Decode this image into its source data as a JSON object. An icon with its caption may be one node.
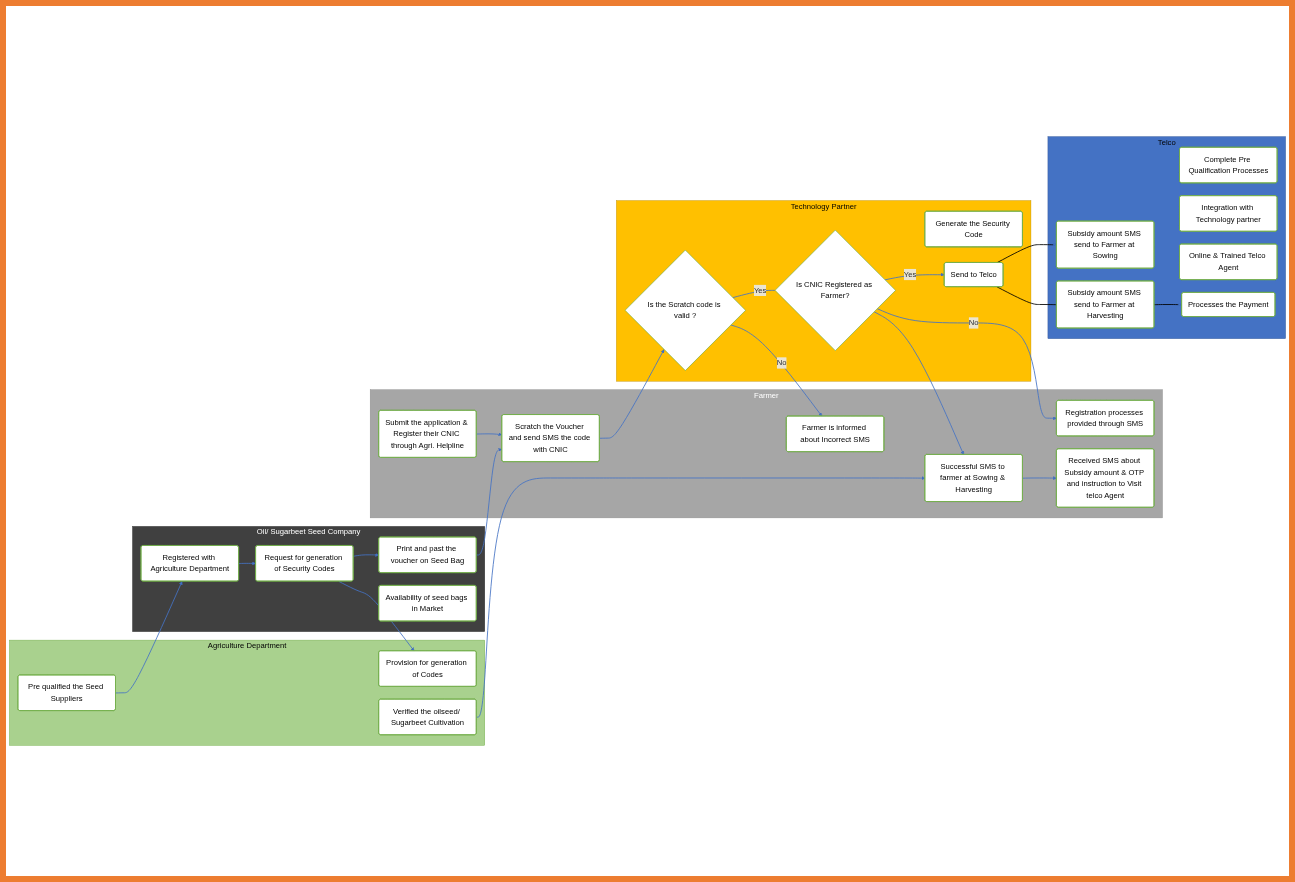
{
  "diagram": {
    "nodes": [
      {
        "text": [
          "Agriculture Department"
        ]
      },
      {
        "text": [
          "Pre qualified the Seed Suppliers"
        ],
        "in": 0
      },
      {
        "text": [
          "Provision for generation of Codes"
        ],
        "in": 0
      },
      {
        "text": [
          "Verified the oilseed/ Sugarbeet Cultivation"
        ],
        "in": 0
      },
      {
        "text": [
          "Oil/ Sugarbeet Seed Company"
        ]
      },
      {
        "text": [
          "Registered with Agriculture Department"
        ],
        "in": 4
      },
      {
        "text": [
          "Request for generation of Security Codes"
        ],
        "in": 4
      },
      {
        "text": [
          "Print and past the voucher on Seed Bag"
        ],
        "in": 4
      },
      {
        "text": [
          "Availability of seed bags in Market"
        ],
        "in": 4
      },
      {
        "text": [
          "Farmer"
        ]
      },
      {
        "text": [
          "Submit the application & Register their CNIC through Agri. Helpline"
        ],
        "in": 9
      },
      {
        "text": [
          "Scratch the Voucher and send SMS the code with CNIC"
        ],
        "in": 9
      },
      {
        "text": [
          "Farmer is informed about Incorrect SMS"
        ],
        "in": 9
      },
      {
        "text": [
          "Registration processes provided through SMS"
        ],
        "in": 9
      },
      {
        "text": [
          "Successful SMS to farmer at Sowing & Harvesting"
        ],
        "in": 9
      },
      {
        "text": [
          "Received SMS about Subsidy amount & OTP and instruction to Visit telco Agent"
        ],
        "in": 9
      },
      {
        "text": [
          "Technology Partner"
        ]
      },
      {
        "text": [
          "Generate the Security Code"
        ],
        "in": 16
      },
      {
        "text": [
          "Is the Scratch code is valid ?"
        ],
        "in": 16
      },
      {
        "text": [
          "Is CNIC Registered as Farmer?"
        ],
        "in": 16
      },
      {
        "text": [
          "Send to Telco"
        ],
        "in": 16
      },
      {
        "text": [
          "Telco"
        ]
      },
      {
        "text": [
          "Complete Pre Qualification Processes"
        ],
        "in": 21
      },
      {
        "text": [
          "Integration with Technology partner"
        ],
        "in": 21
      },
      {
        "text": [
          "Online & Trained Telco Agent"
        ],
        "in": 21
      },
      {
        "text": [
          "Subsidy amount SMS send to Farmer at Sowing"
        ],
        "in": 21
      },
      {
        "text": [
          "Subsidy amount SMS send to Farmer at Harvesting"
        ],
        "in": 21
      },
      {
        "text": [
          "Processes the Payment"
        ],
        "in": 21
      }
    ],
    "edges": [
      {
        "from": 1,
        "to": 5,
        "arrow": "to"
      },
      {
        "from": 5,
        "to": 6,
        "arrow": "to"
      },
      {
        "from": 6,
        "to": 2,
        "arrow": "to"
      },
      {
        "from": 6,
        "to": 7,
        "arrow": "to"
      },
      {
        "from": 7,
        "to": 11,
        "arrow": "to"
      },
      {
        "from": 10,
        "to": 11,
        "arrow": "to"
      },
      {
        "from": 11,
        "to": 18,
        "arrow": "to"
      },
      {
        "from": 18,
        "to": 12,
        "label": "No",
        "arrow": "to"
      },
      {
        "from": 18,
        "to": 19,
        "label": "Yes",
        "arrow": "none"
      },
      {
        "from": 19,
        "to": 13,
        "label": "No",
        "arrow": "to"
      },
      {
        "from": 19,
        "to": 14,
        "arrow": "to"
      },
      {
        "from": 19,
        "to": 20,
        "label": "Yes",
        "arrow": "to"
      },
      {
        "from": 3,
        "to": 14,
        "arrow": "to"
      },
      {
        "from": 14,
        "to": 15,
        "arrow": "to"
      },
      {
        "from": 20,
        "to": 25,
        "arrow": "to",
        "color": "#000000"
      },
      {
        "from": 20,
        "to": 26,
        "arrow": "none",
        "color": "#000000"
      },
      {
        "from": 26,
        "to": 27,
        "arrow": "to",
        "color": "#000000"
      }
    ]
  }
}
